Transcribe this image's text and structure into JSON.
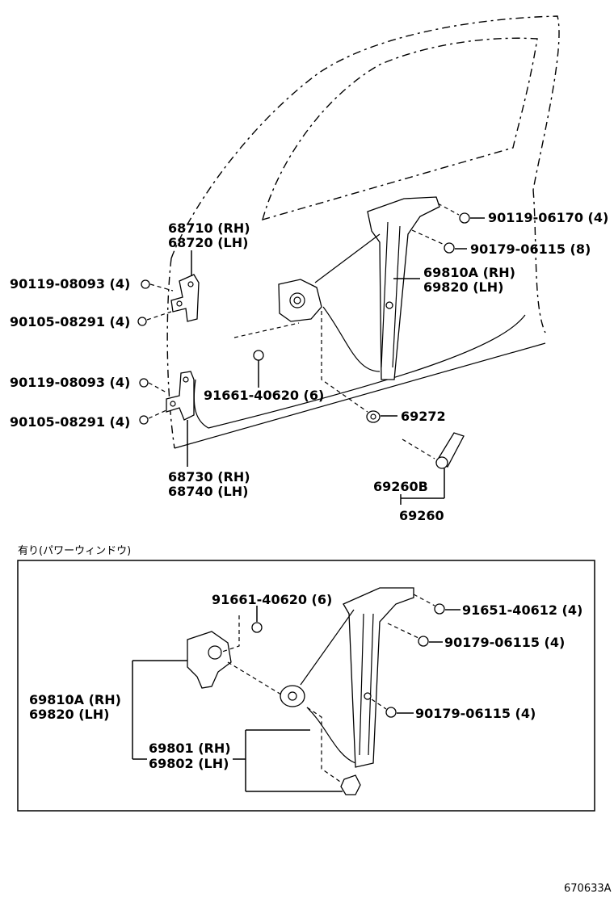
{
  "upper": {
    "hinge_upper": [
      "68710 (RH)",
      "68720 (LH)"
    ],
    "hinge_lower": [
      "68730 (RH)",
      "68740 (LH)"
    ],
    "bolt_upper_hinge": "90119-08093 (4)",
    "nut_upper_hinge": "90105-08291 (4)",
    "bolt_lower_hinge": "90119-08093 (4)",
    "nut_lower_hinge": "90105-08291 (4)",
    "regulator_bolt": "90119-06170 (4)",
    "regulator_nut": "90179-06115 (8)",
    "regulator": [
      "69810A (RH)",
      "69820 (LH)"
    ],
    "screw": "91661-40620 (6)",
    "washer": "69272",
    "handle_sub": "69260B",
    "handle": "69260"
  },
  "lower": {
    "section_title": "有り(パワーウィンドウ)",
    "screw": "91661-40620 (6)",
    "bolt": "91651-40612 (4)",
    "nut_a": "90179-06115 (4)",
    "nut_b": "90179-06115 (4)",
    "regulator": [
      "69810A (RH)",
      "69820 (LH)"
    ],
    "motor": [
      "69801 (RH)",
      "69802 (LH)"
    ]
  },
  "diagram_code": "670633A"
}
